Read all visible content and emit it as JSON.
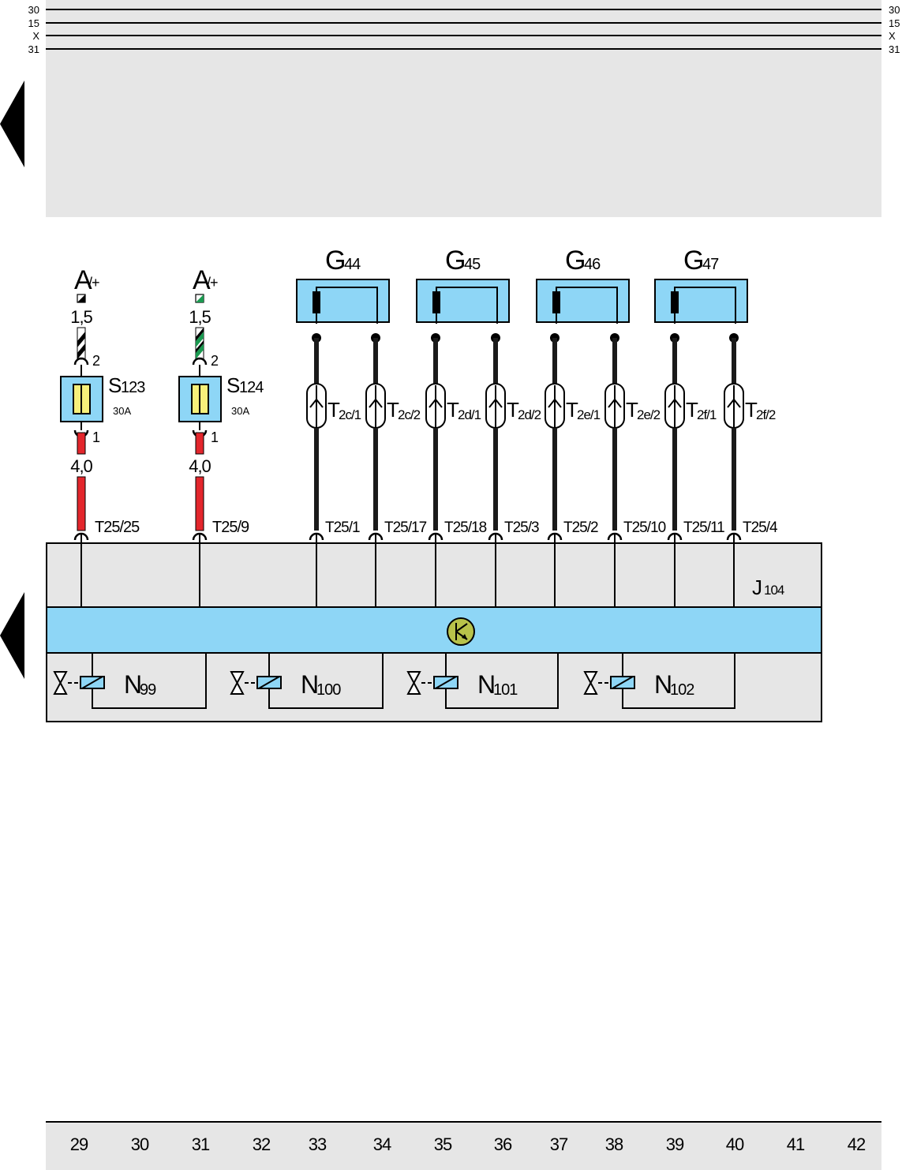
{
  "rails": [
    "30",
    "15",
    "X",
    "31"
  ],
  "fuses": [
    {
      "supply": "A",
      "supply_sub": "/+",
      "gauge_top": "1,5",
      "pin_top": "2",
      "name": "S",
      "num": "123",
      "rating": "30A",
      "pin_bottom": "1",
      "gauge_bottom": "4,0",
      "connector": "T25/25",
      "stripe": "#000000"
    },
    {
      "supply": "A",
      "supply_sub": "/+",
      "gauge_top": "1,5",
      "pin_top": "2",
      "name": "S",
      "num": "124",
      "rating": "30A",
      "pin_bottom": "1",
      "gauge_bottom": "4,0",
      "connector": "T25/9",
      "stripe": "#1a9a50"
    }
  ],
  "sensors": [
    {
      "name": "G",
      "num": "44"
    },
    {
      "name": "G",
      "num": "45"
    },
    {
      "name": "G",
      "num": "46"
    },
    {
      "name": "G",
      "num": "47"
    }
  ],
  "sensor_wires": [
    {
      "t_main": "T",
      "t_sub": "2c/1",
      "pin": "T25/1"
    },
    {
      "t_main": "T",
      "t_sub": "2c/2",
      "pin": "T25/17"
    },
    {
      "t_main": "T",
      "t_sub": "2d/1",
      "pin": "T25/18"
    },
    {
      "t_main": "T",
      "t_sub": "2d/2",
      "pin": "T25/3"
    },
    {
      "t_main": "T",
      "t_sub": "2e/1",
      "pin": "T25/2"
    },
    {
      "t_main": "T",
      "t_sub": "2e/2",
      "pin": "T25/10"
    },
    {
      "t_main": "T",
      "t_sub": "2f/1",
      "pin": "T25/11"
    },
    {
      "t_main": "T",
      "t_sub": "2f/2",
      "pin": "T25/4"
    }
  ],
  "control_unit": {
    "name": "J",
    "num": "104"
  },
  "valves": [
    {
      "name": "N",
      "num": "99"
    },
    {
      "name": "N",
      "num": "100"
    },
    {
      "name": "N",
      "num": "101"
    },
    {
      "name": "N",
      "num": "102"
    }
  ],
  "tracks": [
    "29",
    "30",
    "31",
    "32",
    "33",
    "34",
    "35",
    "36",
    "37",
    "38",
    "39",
    "40",
    "41",
    "42"
  ],
  "colors": {
    "panel_gray": "#e6e6e6",
    "module_blue": "#8ed6f6",
    "fuse_yellow": "#f7f07a",
    "wire_red": "#e3262c",
    "wire_black": "#1a1a1a",
    "transistor": "#b8c24a"
  }
}
